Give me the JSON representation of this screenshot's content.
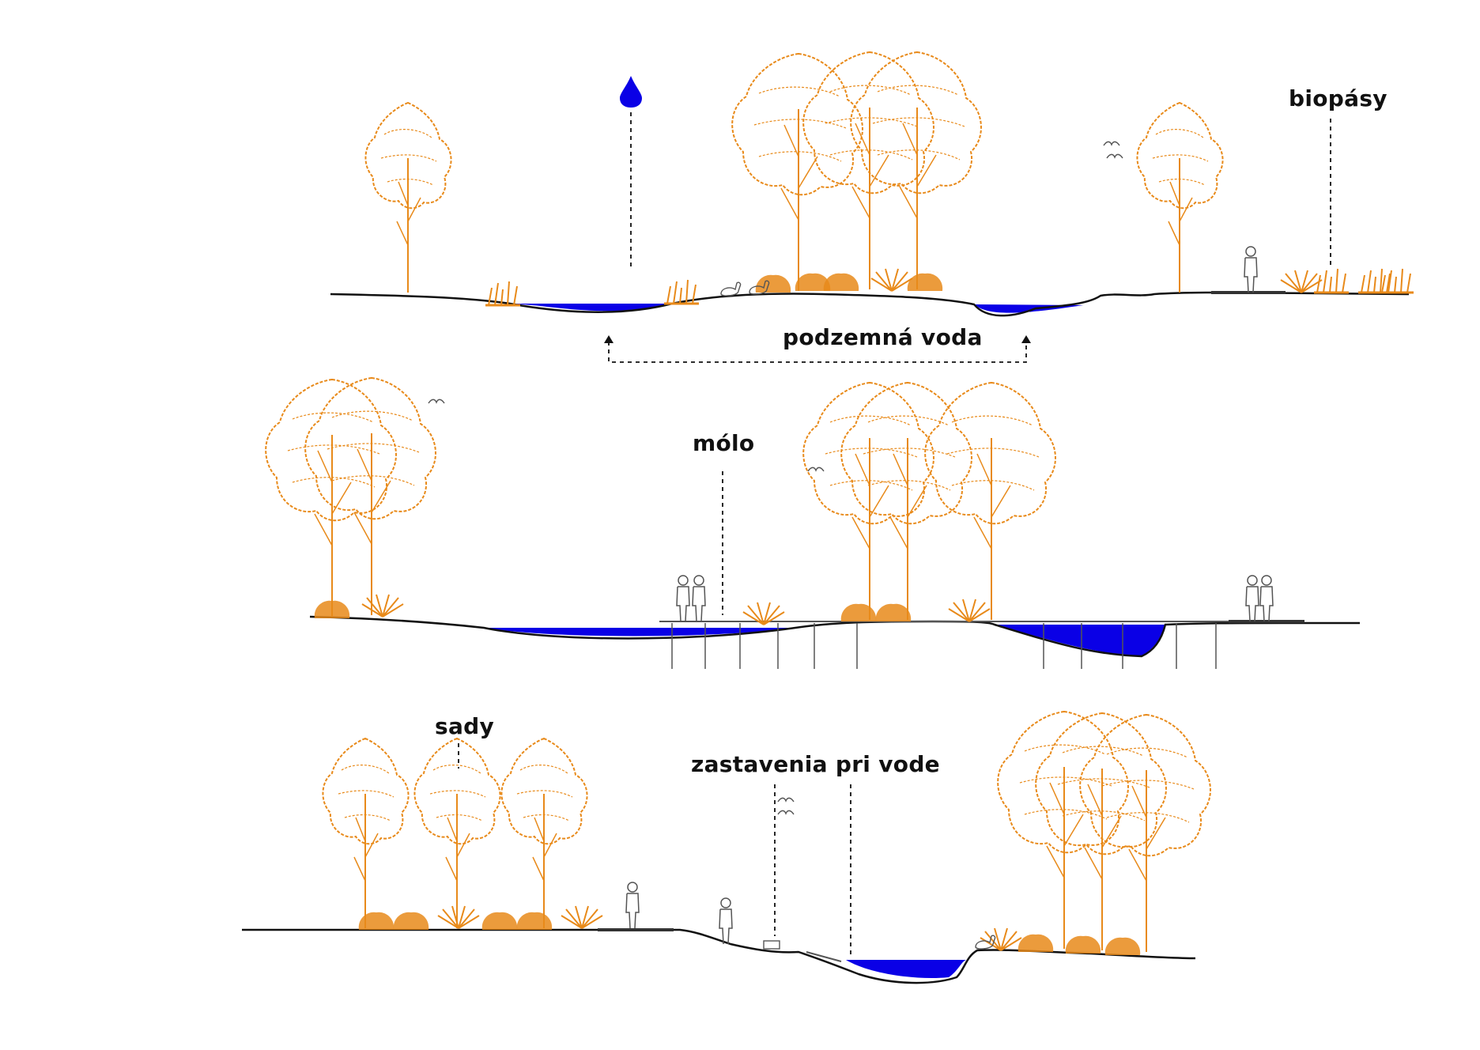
{
  "labels": {
    "biopasy": "biopásy",
    "groundwater": "podzemná voda",
    "pier": "mólo",
    "orchards": "sady",
    "water_stops": "zastavenia pri vode"
  },
  "colors": {
    "water": "#0a00e6",
    "vegetation": "#e88a1a",
    "ground_line": "#111111",
    "outline": "#555555",
    "background": "#ffffff"
  },
  "icons": [
    "water-drop-icon",
    "tree-icon",
    "bird-icon",
    "duck-icon",
    "person-icon",
    "shrub-icon",
    "grass-icon"
  ]
}
